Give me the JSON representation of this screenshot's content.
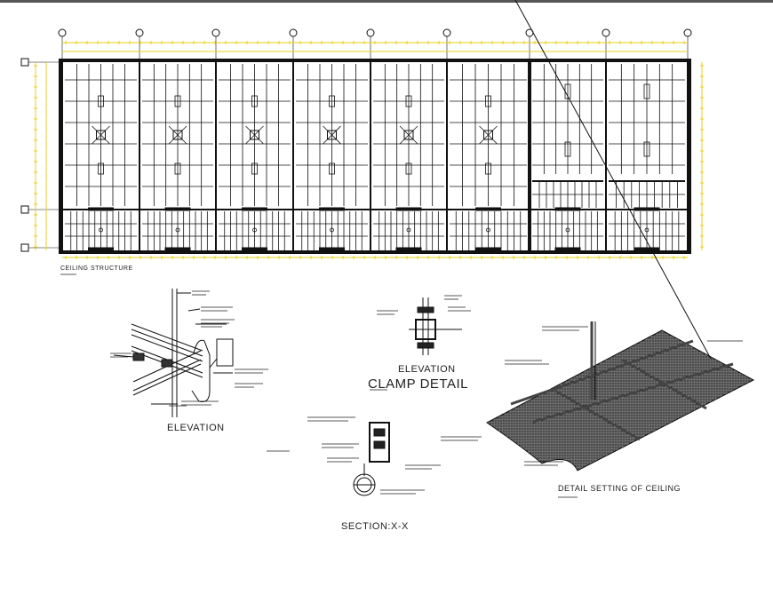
{
  "labels": {
    "ceiling_structure": "CEILING STRUCTURE",
    "elevation_left": "ELEVATION",
    "elevation_clamp": "ELEVATION",
    "clamp_detail": "CLAMP DETAIL",
    "section": "SECTION:X-X",
    "detail_setting": "DETAIL SETTING OF CEILING"
  },
  "colors": {
    "line": "#111111",
    "dimension": "#e8d21a",
    "background": "#ffffff"
  }
}
